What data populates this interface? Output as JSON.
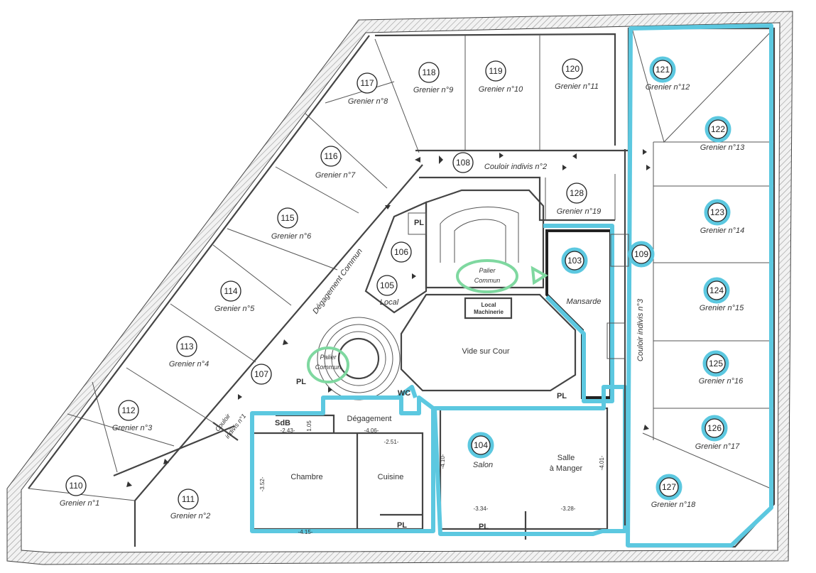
{
  "rooms": {
    "r110": {
      "num": "110",
      "label": "Grenier n°1"
    },
    "r111": {
      "num": "111",
      "label": "Grenier n°2"
    },
    "r112": {
      "num": "112",
      "label": "Grenier n°3"
    },
    "r113": {
      "num": "113",
      "label": "Grenier n°4"
    },
    "r114": {
      "num": "114",
      "label": "Grenier n°5"
    },
    "r115": {
      "num": "115",
      "label": "Grenier n°6"
    },
    "r116": {
      "num": "116",
      "label": "Grenier n°7"
    },
    "r117": {
      "num": "117",
      "label": "Grenier n°8"
    },
    "r118": {
      "num": "118",
      "label": "Grenier n°9"
    },
    "r119": {
      "num": "119",
      "label": "Grenier n°10"
    },
    "r120": {
      "num": "120",
      "label": "Grenier n°11"
    },
    "r121": {
      "num": "121",
      "label": "Grenier n°12"
    },
    "r122": {
      "num": "122",
      "label": "Grenier n°13"
    },
    "r123": {
      "num": "123",
      "label": "Grenier n°14"
    },
    "r124": {
      "num": "124",
      "label": "Grenier n°15"
    },
    "r125": {
      "num": "125",
      "label": "Grenier n°16"
    },
    "r126": {
      "num": "126",
      "label": "Grenier n°17"
    },
    "r127": {
      "num": "127",
      "label": "Grenier n°18"
    },
    "r128": {
      "num": "128",
      "label": "Grenier n°19"
    },
    "r103": {
      "num": "103",
      "label": "Mansarde"
    },
    "r104": {
      "num": "104",
      "label": "Salon"
    },
    "r105": {
      "num": "105",
      "label": "Local"
    },
    "r106": {
      "num": "106"
    },
    "r107": {
      "num": "107"
    },
    "r108": {
      "num": "108"
    },
    "r109": {
      "num": "109"
    }
  },
  "labels": {
    "couloir_indivis_2": "Couloir indivis n°2",
    "couloir_indivis_1_a": "Couloir",
    "couloir_indivis_1_b": "indivis n°1",
    "couloir_indivis_3": "Couloir indivis n°3",
    "degagement_commun": "Dégagement Commun",
    "palier_commun_top_a": "Palier",
    "palier_commun_top_b": "Commun",
    "palier_commun_left_a": "Palier",
    "palier_commun_left_b": "Commun",
    "local_machinerie_a": "Local",
    "local_machinerie_b": "Machinerie",
    "vide_sur_cour": "Vide sur Cour",
    "degagement": "Dégagement",
    "wc": "WC",
    "sdb": "SdB",
    "chambre": "Chambre",
    "cuisine": "Cuisine",
    "salle_a": "Salle",
    "salle_b": "à Manger",
    "pl": "PL"
  },
  "dims": {
    "d_243": "-2.43-",
    "d_105": "1.05",
    "d_406": "-4.06-",
    "d_251": "-2.51-",
    "d_410": "-4.10-",
    "d_415": "-4.15-",
    "d_352": "-3.52-",
    "d_334": "-3.34-",
    "d_328": "-3.28-",
    "d_401": "-4.01-"
  },
  "colors": {
    "highlight_cyan": "#5cc8e0",
    "highlight_green": "#7fd8a0",
    "wall": "#444444"
  }
}
